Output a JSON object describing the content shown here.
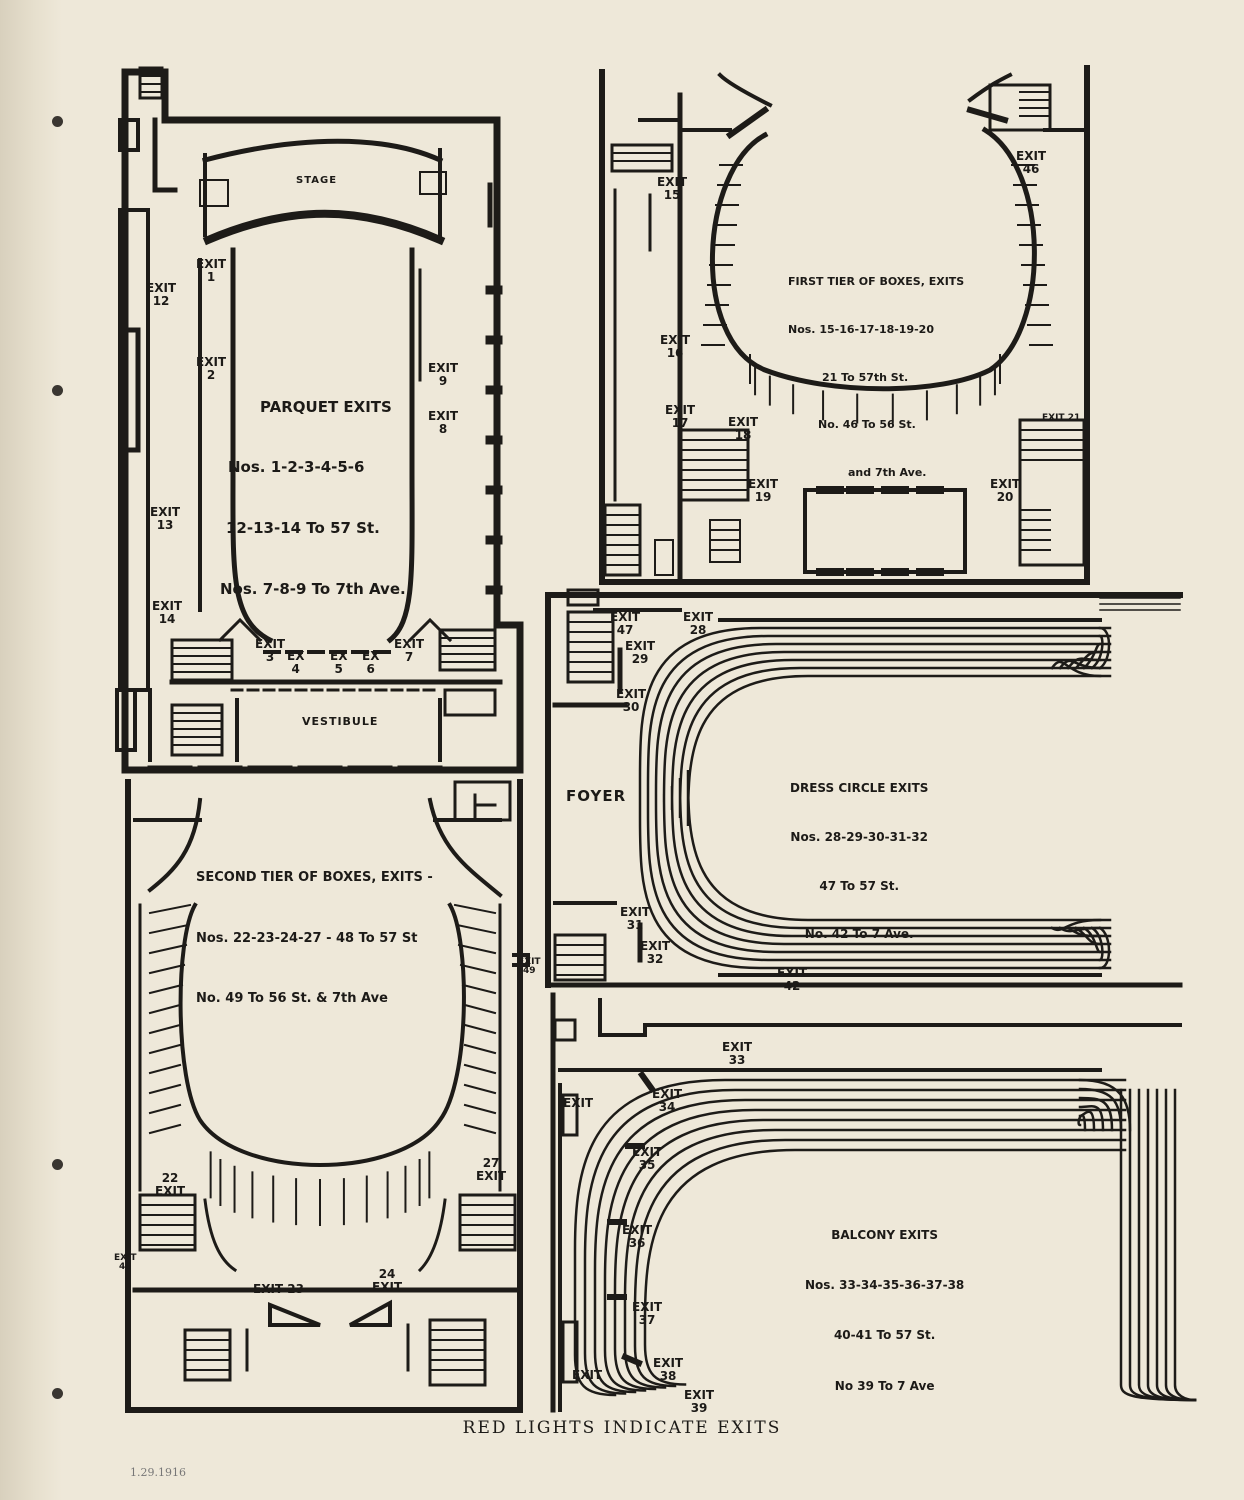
{
  "caption": "RED LIGHTS INDICATE EXITS",
  "archive_note": "1.29.1916",
  "rooms": {
    "stage": "STAGE",
    "vestibule": "VESTIBULE",
    "foyer": "FOYER"
  },
  "notes": {
    "parquet": {
      "title": "PARQUET EXITS",
      "lines": [
        "Nos. 1-2-3-4-5-6",
        "12-13-14 To 57 St.",
        "Nos. 7-8-9 To 7th Ave."
      ]
    },
    "first_tier": {
      "title": "FIRST TIER OF BOXES, EXITS",
      "lines": [
        "Nos. 15-16-17-18-19-20",
        "21 To 57th St.",
        "No. 46 To 56 St.",
        "and 7th Ave."
      ]
    },
    "second_tier": {
      "title": "SECOND TIER OF BOXES, EXITS -",
      "lines": [
        "Nos. 22-23-24-27 - 48 To 57 St",
        "No. 49 To 56 St. & 7th Ave"
      ]
    },
    "dress_circle": {
      "title": "DRESS CIRCLE EXITS",
      "lines": [
        "Nos. 28-29-30-31-32",
        "47 To 57 St.",
        "No. 42 To 7 Ave."
      ]
    },
    "balcony": {
      "title": "BALCONY EXITS",
      "lines": [
        "Nos. 33-34-35-36-37-38",
        "40-41 To 57 St.",
        "No 39 To 7 Ave"
      ]
    }
  },
  "exits": {
    "e1": "EXIT\n1",
    "e2": "EXIT\n2",
    "e3": "EXIT\n3",
    "e4": "EX\n4",
    "e5": "EX\n5",
    "e6": "EX\n6",
    "e7": "EXIT\n7",
    "e8": "EXIT\n8",
    "e9": "EXIT\n9",
    "e12": "EXIT\n12",
    "e13": "EXIT\n13",
    "e14": "EXIT\n14",
    "e15": "EXIT\n15",
    "e16": "EXIT\n16",
    "e17": "EXIT\n17",
    "e18": "EXIT\n18",
    "e19": "EXIT\n19",
    "e20": "EXIT\n20",
    "e21": "EXIT 21",
    "e46": "EXIT\n46",
    "e22": "22\nEXIT",
    "e23": "EXIT 23",
    "e24": "24\nEXIT",
    "e27": "27\nEXIT",
    "e48": "EXIT\n48",
    "e49": "EXIT\n49",
    "e28": "EXIT\n28",
    "e29": "EXIT\n29",
    "e30": "EXIT\n30",
    "e31": "EXIT\n31",
    "e32": "EXIT\n32",
    "e42": "EXIT\n42",
    "e47": "EXIT\n47",
    "e33": "EXIT\n33",
    "e34": "EXIT\n34",
    "e35": "EXIT\n35",
    "e36": "EXIT\n36",
    "e37": "EXIT\n37",
    "e38": "EXIT\n38",
    "e39": "EXIT\n39",
    "e40": "EXIT"
  }
}
